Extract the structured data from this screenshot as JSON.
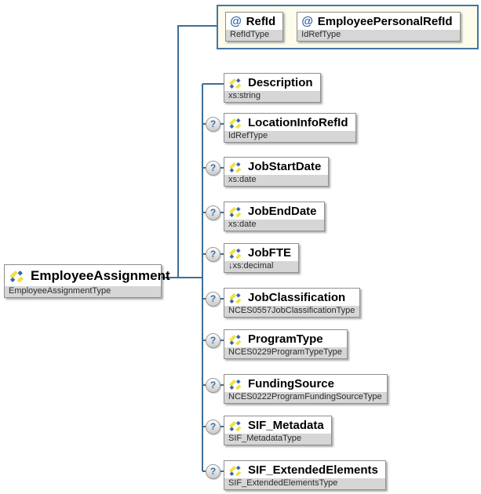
{
  "diagram": {
    "root": {
      "name": "EmployeeAssignment",
      "type": "EmployeeAssignmentType"
    },
    "attributes_group": {
      "items": [
        {
          "marker": "@",
          "name": "RefId",
          "type": "RefIdType"
        },
        {
          "marker": "@",
          "name": "EmployeePersonalRefId",
          "type": "IdRefType"
        }
      ]
    },
    "children": [
      {
        "name": "Description",
        "type": "xs:string",
        "optional": false
      },
      {
        "name": "LocationInfoRefId",
        "type": "IdRefType",
        "optional": true
      },
      {
        "name": "JobStartDate",
        "type": "xs:date",
        "optional": true
      },
      {
        "name": "JobEndDate",
        "type": "xs:date",
        "optional": true
      },
      {
        "name": "JobFTE",
        "type": "↓xs:decimal",
        "optional": true
      },
      {
        "name": "JobClassification",
        "type": "NCES0557JobClassificationType",
        "optional": true
      },
      {
        "name": "ProgramType",
        "type": "NCES0229ProgramTypeType",
        "optional": true
      },
      {
        "name": "FundingSource",
        "type": "NCES0222ProgramFundingSourceType",
        "optional": true
      },
      {
        "name": "SIF_Metadata",
        "type": "SIF_MetadataType",
        "optional": true
      },
      {
        "name": "SIF_ExtendedElements",
        "type": "SIF_ExtendedElementsType",
        "optional": true
      }
    ],
    "optional_marker": "?"
  },
  "colors": {
    "connector": "#3f6e96",
    "ivory": "#fdfcec",
    "contborder": "#4474a6",
    "band": "#d6d6d6",
    "atblue": "#2d5fa6",
    "qblue": "#3a6ea5",
    "icon_yellow": "#f2e23b",
    "icon_blue": "#3a67a8"
  }
}
